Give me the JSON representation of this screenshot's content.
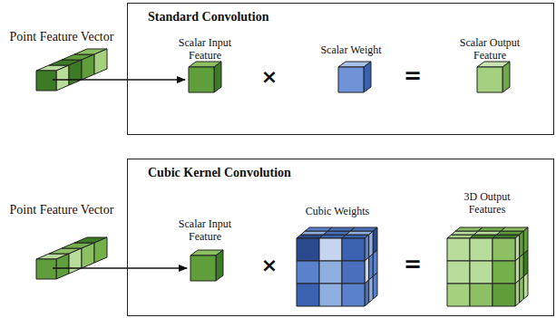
{
  "diagram": {
    "nodes": [
      {
        "text": [
          "Standard Convolution"
        ]
      },
      {
        "text": [
          "Cubic Kernel Convolution"
        ]
      }
    ],
    "labels": [
      "Point Feature Vector",
      "Scalar Input Feature",
      "Scalar Weight",
      "Scalar Output Feature",
      "×",
      "=",
      "Point Feature Vector",
      "Scalar Input Feature",
      "Cubic Weights",
      "3D Output Features",
      "×",
      "="
    ]
  }
}
